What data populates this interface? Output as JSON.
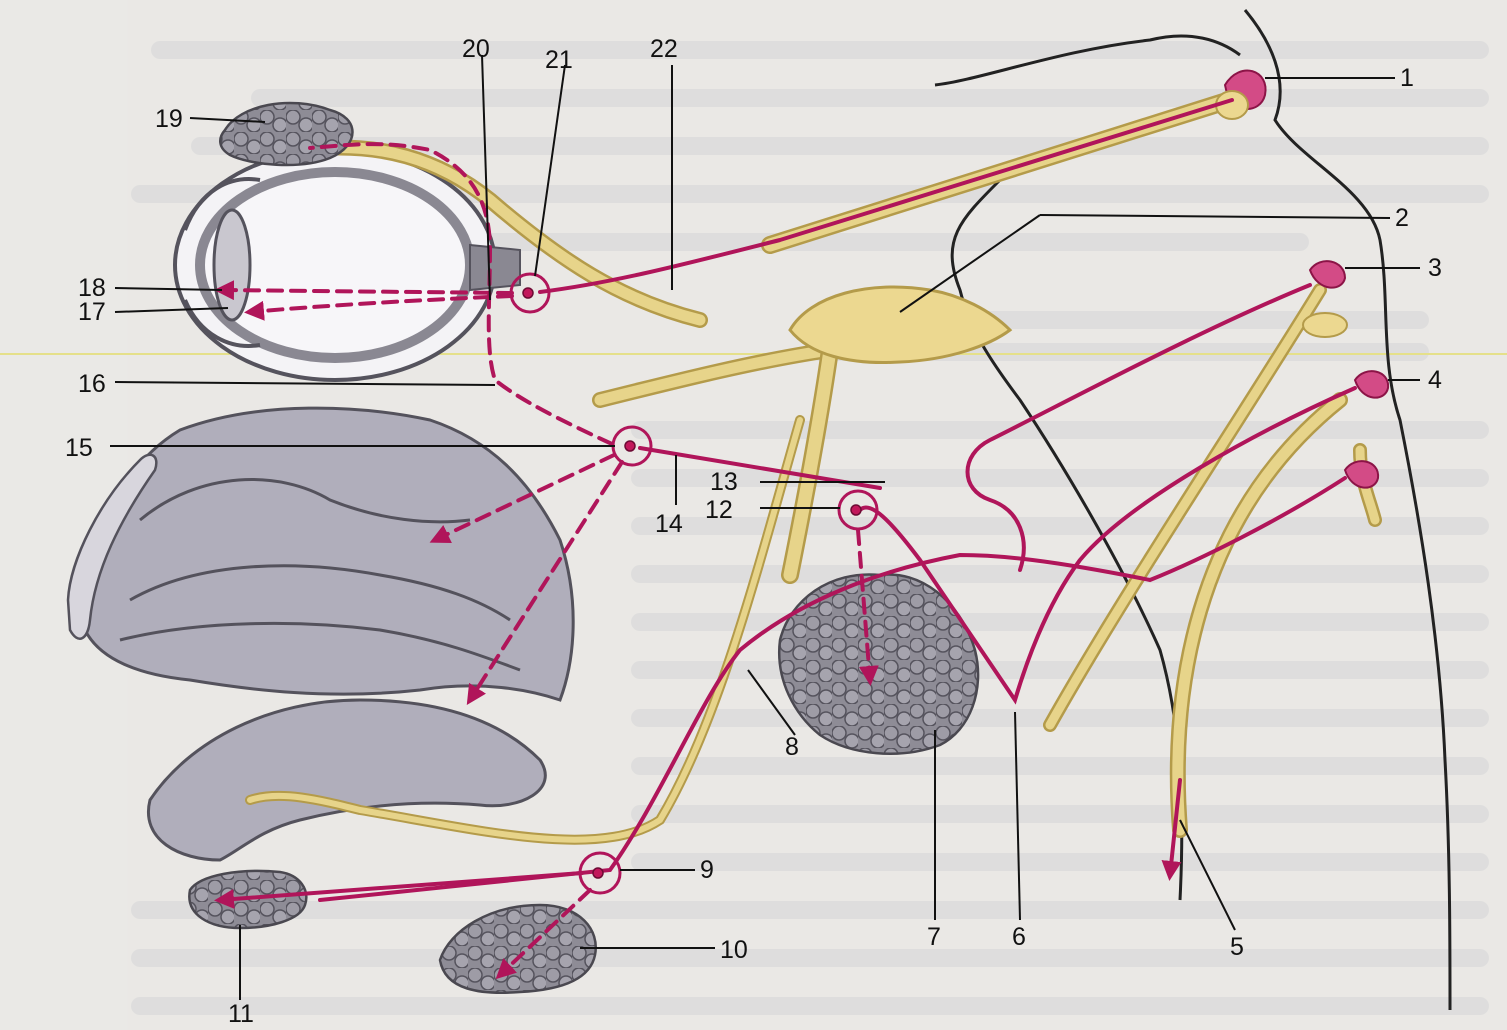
{
  "figure": {
    "labels": [
      "1",
      "2",
      "3",
      "4",
      "5",
      "6",
      "7",
      "8",
      "9",
      "10",
      "11",
      "12",
      "13",
      "14",
      "15",
      "16",
      "17",
      "18",
      "19",
      "20",
      "21",
      "22"
    ]
  },
  "colors": {
    "preganglionic": "#b0155a",
    "nerve": "#e7d48a",
    "gland": "#8c8a92",
    "tissue": "#b0aebb"
  }
}
